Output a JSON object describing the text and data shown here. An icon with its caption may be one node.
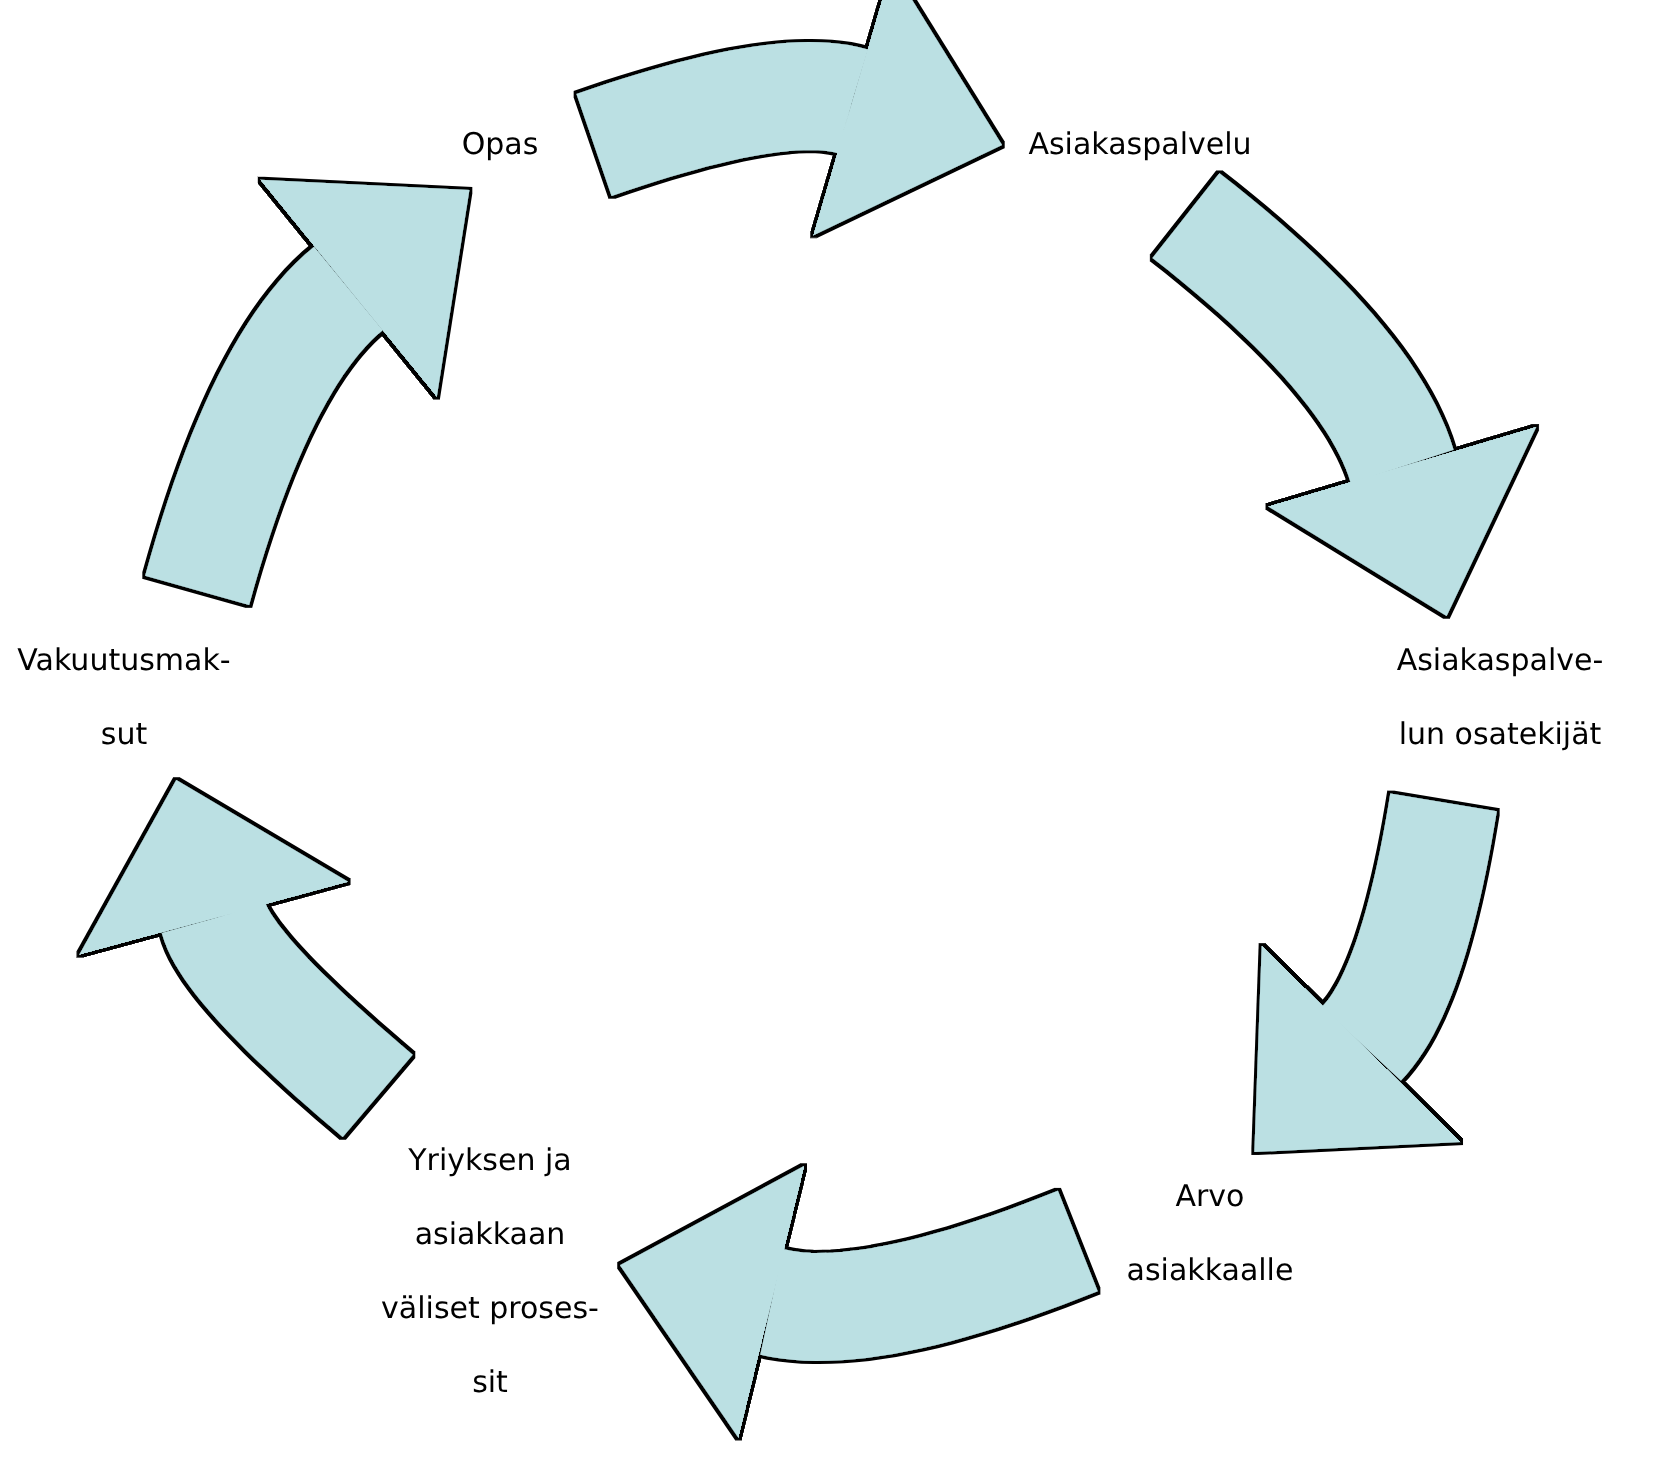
{
  "diagram": {
    "nodes": [
      {
        "text": [
          "Opas"
        ]
      },
      {
        "text": [
          "Asiakaspalvelu"
        ]
      },
      {
        "text": [
          "Asiakaspalve- lun osatekijät"
        ]
      },
      {
        "text": [
          "Arvo asiakkaalle"
        ]
      },
      {
        "text": [
          "Yriyksen ja asiakkaan väliset proses- sit"
        ]
      },
      {
        "text": [
          "Vakuutusmak- sut"
        ]
      }
    ],
    "edges": [
      {
        "from": 0,
        "to": 1,
        "arrow": "to"
      },
      {
        "from": 1,
        "to": 2,
        "arrow": "to"
      },
      {
        "from": 2,
        "to": 3,
        "arrow": "to"
      },
      {
        "from": 3,
        "to": 4,
        "arrow": "to"
      },
      {
        "from": 4,
        "to": 5,
        "arrow": "to"
      },
      {
        "from": 5,
        "to": 0,
        "arrow": "to"
      }
    ]
  }
}
